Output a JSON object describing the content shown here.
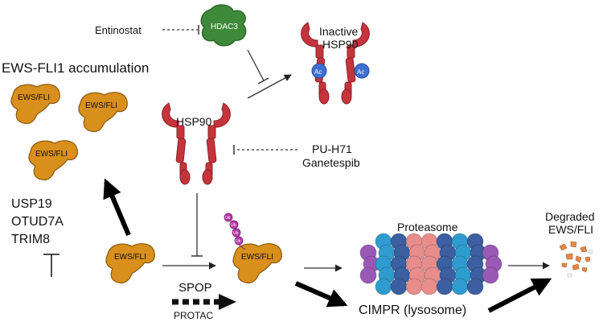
{
  "labels": {
    "entinostat": "Entinostat",
    "hdac3": "HDAC3",
    "inactive_hsp90_line1": "Inactive",
    "inactive_hsp90_line2": "HSP90",
    "ac": "Ac",
    "accumulation_title": "EWS-FLI1 accumulation",
    "ews_fli": "EWS/FLI",
    "hsp90": "HSP90",
    "pu_h71": "PU-H71",
    "ganetespib": "Ganetespib",
    "usp19": "USP19",
    "otud7a": "OTUD7A",
    "trim8": "TRIM8",
    "ub": "Ub",
    "proteasome": "Proteasome",
    "degraded_line1": "Degraded",
    "degraded_line2": "EWS/FLI",
    "spop": "SPOP",
    "protac": "PROTAC",
    "cimpr": "CIMPR (lysosome)"
  },
  "colors": {
    "protein": "#d98f1c",
    "protein_stroke": "#8a5a10",
    "hdac": "#3f8a3a",
    "hsp90": "#c5343c",
    "acetyl": "#3f6fd0",
    "ubiquitin": "#b33aa8",
    "proteasome": [
      "#9b59b6",
      "#2e9ccf",
      "#3b5fa0",
      "#e88c8c"
    ]
  }
}
